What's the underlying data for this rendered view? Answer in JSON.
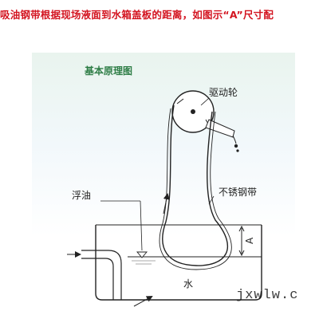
{
  "headline": "吸油钢带根据现场液面到水箱盖板的距离，如图示“A”尺寸配",
  "diagram": {
    "title": "基本原理图",
    "labels": {
      "drive_wheel": "驱动轮",
      "floating_oil": "浮油",
      "steel_belt": "不锈钢带",
      "dimension": "A",
      "water": "水"
    }
  },
  "watermark": "jxwlw.c",
  "colors": {
    "headline": "#d31420",
    "title": "#2e7d46",
    "line": "#222222"
  }
}
